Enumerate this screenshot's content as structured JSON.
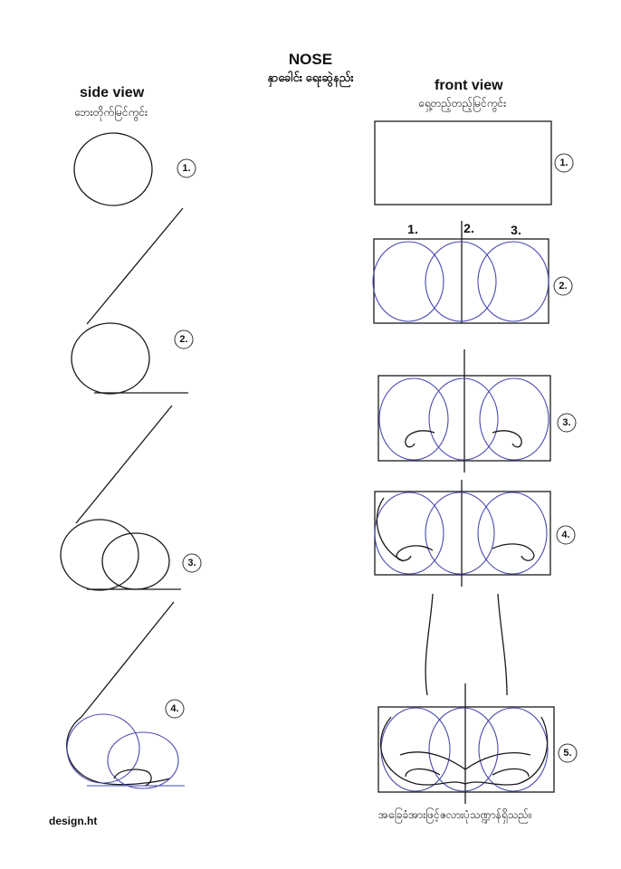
{
  "header": {
    "title": "NOSE",
    "subtitle": "နှာခေါင်း ရေးဆွဲနည်း"
  },
  "side_view": {
    "label": "side view",
    "sublabel": "ဘေးတိုက်မြင်ကွင်း",
    "steps": [
      "1.",
      "2.",
      "3.",
      "4."
    ]
  },
  "front_view": {
    "label": "front view",
    "sublabel": "ရှေ့တည့်တည့်မြင်ကွင်း",
    "steps": [
      "1.",
      "2.",
      "3.",
      "4.",
      "5."
    ],
    "column_numbers": [
      "1.",
      "2.",
      "3."
    ]
  },
  "footer": {
    "credit": "design.ht",
    "note": "အခြေခံအားဖြင့်ဇလားပုံသဏ္ဍာန်ရှိသည်။"
  },
  "colors": {
    "ink": "#1a1a1a",
    "guide_blue": "#4a4ab0",
    "background": "#ffffff"
  }
}
